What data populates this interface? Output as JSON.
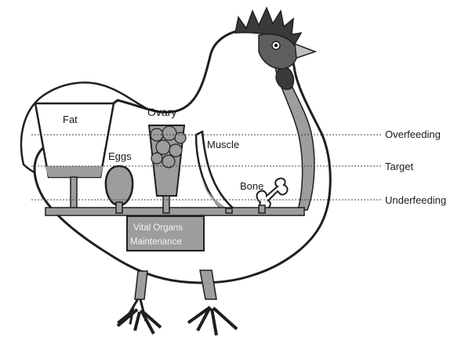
{
  "labels": {
    "fat": "Fat",
    "ovary": "Ovary",
    "eggs": "Eggs",
    "muscle": "Muscle",
    "bone": "Bone",
    "vital_line1": "Vital Organs",
    "vital_line2": "Maintenance"
  },
  "levels": {
    "overfeeding": "Overfeeding",
    "target": "Target",
    "underfeeding": "Underfeeding"
  },
  "colors": {
    "outline": "#1f1f1f",
    "fill_grey": "#9d9d9d",
    "comb_dark": "#3a3a3a",
    "face": "#5e5e5e",
    "background": "#ffffff"
  }
}
